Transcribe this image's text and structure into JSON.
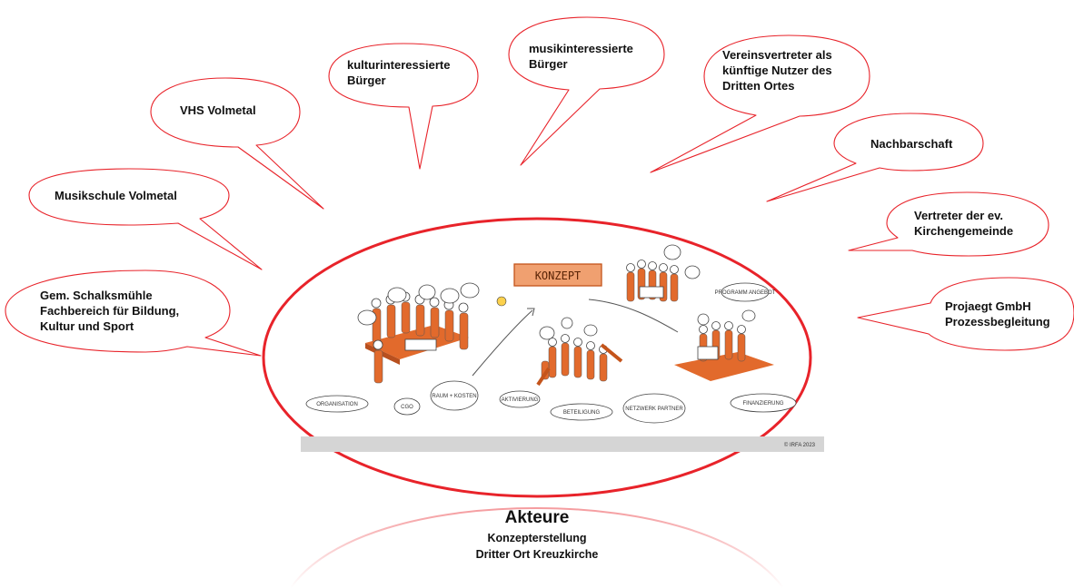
{
  "bubbles": [
    {
      "id": "gemeinde",
      "lines": [
        "Gem. Schalksmühle",
        "Fachbereich für Bildung,",
        "Kultur und Sport"
      ]
    },
    {
      "id": "musikschule",
      "lines": [
        "Musikschule Volmetal"
      ]
    },
    {
      "id": "vhs",
      "lines": [
        "VHS Volmetal"
      ]
    },
    {
      "id": "kultur",
      "lines": [
        "kulturinteressierte",
        "Bürger"
      ]
    },
    {
      "id": "musik",
      "lines": [
        "musikinteressierte",
        "Bürger"
      ]
    },
    {
      "id": "verein",
      "lines": [
        "Vereinsvertreter als",
        "künftige Nutzer des",
        "Dritten Ortes"
      ]
    },
    {
      "id": "nachbar",
      "lines": [
        "Nachbarschaft"
      ]
    },
    {
      "id": "kirche",
      "lines": [
        "Vertreter der ev.",
        "Kirchengemeinde"
      ]
    },
    {
      "id": "projaegt",
      "lines": [
        "Projaegt GmbH",
        "Prozessbegleitung"
      ]
    }
  ],
  "center": {
    "title": "Akteure",
    "subtitle1": "Konzepterstellung",
    "subtitle2": "Dritter Ort Kreuzkirche"
  },
  "illustration": {
    "banner": "KONZEPT",
    "labels": [
      "PROGRAMM ANGEBOT",
      "FINANZIERUNG",
      "NETZWERK PARTNER",
      "BETEILIGUNG",
      "AKTIVIERUNG",
      "RAUM + KOSTEN",
      "CGO",
      "ORGANISATION"
    ],
    "copyright": "© IRFA 2023"
  },
  "colors": {
    "accent": "#e8232a",
    "sketch_orange": "#e26a2c"
  }
}
